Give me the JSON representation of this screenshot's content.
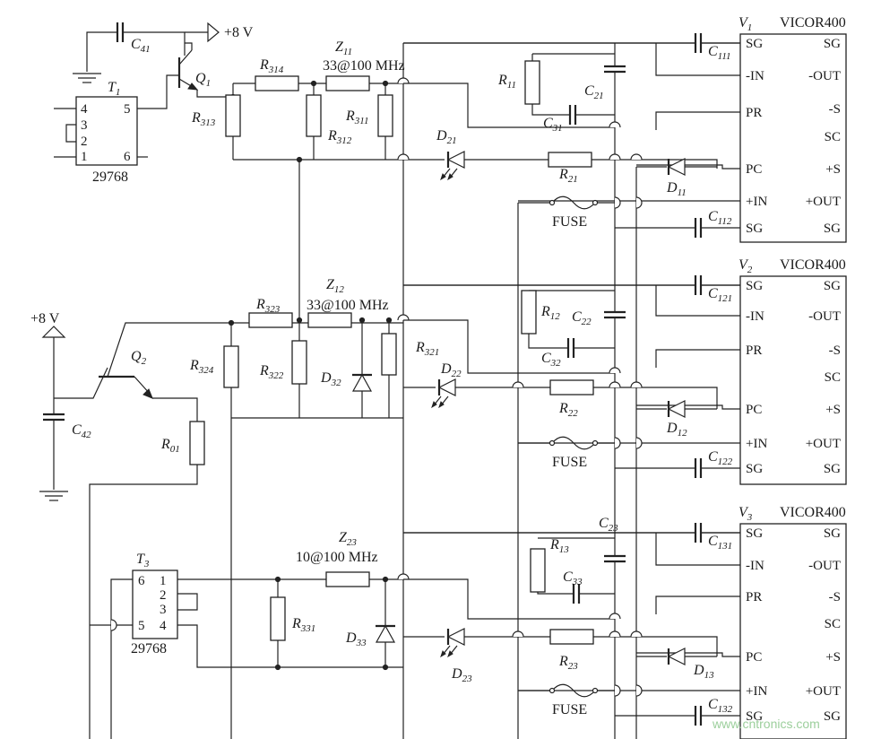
{
  "supply": {
    "plus8_top": "+8  V",
    "plus8_left": "+8  V"
  },
  "modules": [
    {
      "ref": "V",
      "sub": "1",
      "type": "VICOR400",
      "left_pins": [
        "SG",
        "-IN",
        "PR",
        "PC",
        "+IN",
        "SG"
      ],
      "right_pins": [
        "SG",
        "-OUT",
        "-S",
        "SC",
        "+S",
        "+OUT",
        "SG"
      ]
    },
    {
      "ref": "V",
      "sub": "2",
      "type": "VICOR400",
      "left_pins": [
        "SG",
        "-IN",
        "PR",
        "PC",
        "+IN",
        "SG"
      ],
      "right_pins": [
        "SG",
        "-OUT",
        "-S",
        "SC",
        "+S",
        "+OUT",
        "SG"
      ]
    },
    {
      "ref": "V",
      "sub": "3",
      "type": "VICOR400",
      "left_pins": [
        "SG",
        "-IN",
        "PR",
        "PC",
        "+IN",
        "SG"
      ],
      "right_pins": [
        "SG",
        "-OUT",
        "-S",
        "SC",
        "+S",
        "+OUT",
        "SG"
      ]
    }
  ],
  "transformers": [
    {
      "ref": "T",
      "sub": "1",
      "part": "29768",
      "pins": [
        "4",
        "5",
        "3",
        "2",
        "1",
        "6"
      ]
    },
    {
      "ref": "T",
      "sub": "3",
      "part": "29768",
      "pins": [
        "6",
        "1",
        "2",
        "3",
        "5",
        "4"
      ]
    }
  ],
  "transistors": [
    {
      "ref": "Q",
      "sub": "1"
    },
    {
      "ref": "Q",
      "sub": "2"
    }
  ],
  "filters": [
    {
      "ref": "Z",
      "sub": "11",
      "spec": "33@100  MHz"
    },
    {
      "ref": "Z",
      "sub": "12",
      "spec": "33@100  MHz"
    },
    {
      "ref": "Z",
      "sub": "23",
      "spec": "10@100  MHz"
    }
  ],
  "resistors": [
    {
      "ref": "R",
      "sub": "314"
    },
    {
      "ref": "R",
      "sub": "313"
    },
    {
      "ref": "R",
      "sub": "312"
    },
    {
      "ref": "R",
      "sub": "311"
    },
    {
      "ref": "R",
      "sub": "11"
    },
    {
      "ref": "R",
      "sub": "21"
    },
    {
      "ref": "R",
      "sub": "323"
    },
    {
      "ref": "R",
      "sub": "324"
    },
    {
      "ref": "R",
      "sub": "322"
    },
    {
      "ref": "R",
      "sub": "321"
    },
    {
      "ref": "R",
      "sub": "12"
    },
    {
      "ref": "R",
      "sub": "22"
    },
    {
      "ref": "R",
      "sub": "01"
    },
    {
      "ref": "R",
      "sub": "331"
    },
    {
      "ref": "R",
      "sub": "13"
    },
    {
      "ref": "R",
      "sub": "23"
    }
  ],
  "capacitors": [
    {
      "ref": "C",
      "sub": "41"
    },
    {
      "ref": "C",
      "sub": "111"
    },
    {
      "ref": "C",
      "sub": "21"
    },
    {
      "ref": "C",
      "sub": "31"
    },
    {
      "ref": "C",
      "sub": "112"
    },
    {
      "ref": "C",
      "sub": "121"
    },
    {
      "ref": "C",
      "sub": "22"
    },
    {
      "ref": "C",
      "sub": "32"
    },
    {
      "ref": "C",
      "sub": "122"
    },
    {
      "ref": "C",
      "sub": "42"
    },
    {
      "ref": "C",
      "sub": "23"
    },
    {
      "ref": "C",
      "sub": "131"
    },
    {
      "ref": "C",
      "sub": "33"
    },
    {
      "ref": "C",
      "sub": "132"
    }
  ],
  "diodes": [
    {
      "ref": "D",
      "sub": "21"
    },
    {
      "ref": "D",
      "sub": "11"
    },
    {
      "ref": "D",
      "sub": "22"
    },
    {
      "ref": "D",
      "sub": "32"
    },
    {
      "ref": "D",
      "sub": "12"
    },
    {
      "ref": "D",
      "sub": "23"
    },
    {
      "ref": "D",
      "sub": "33"
    },
    {
      "ref": "D",
      "sub": "13"
    }
  ],
  "fuses": [
    "FUSE",
    "FUSE",
    "FUSE"
  ],
  "watermark": "www.cntronics.com"
}
